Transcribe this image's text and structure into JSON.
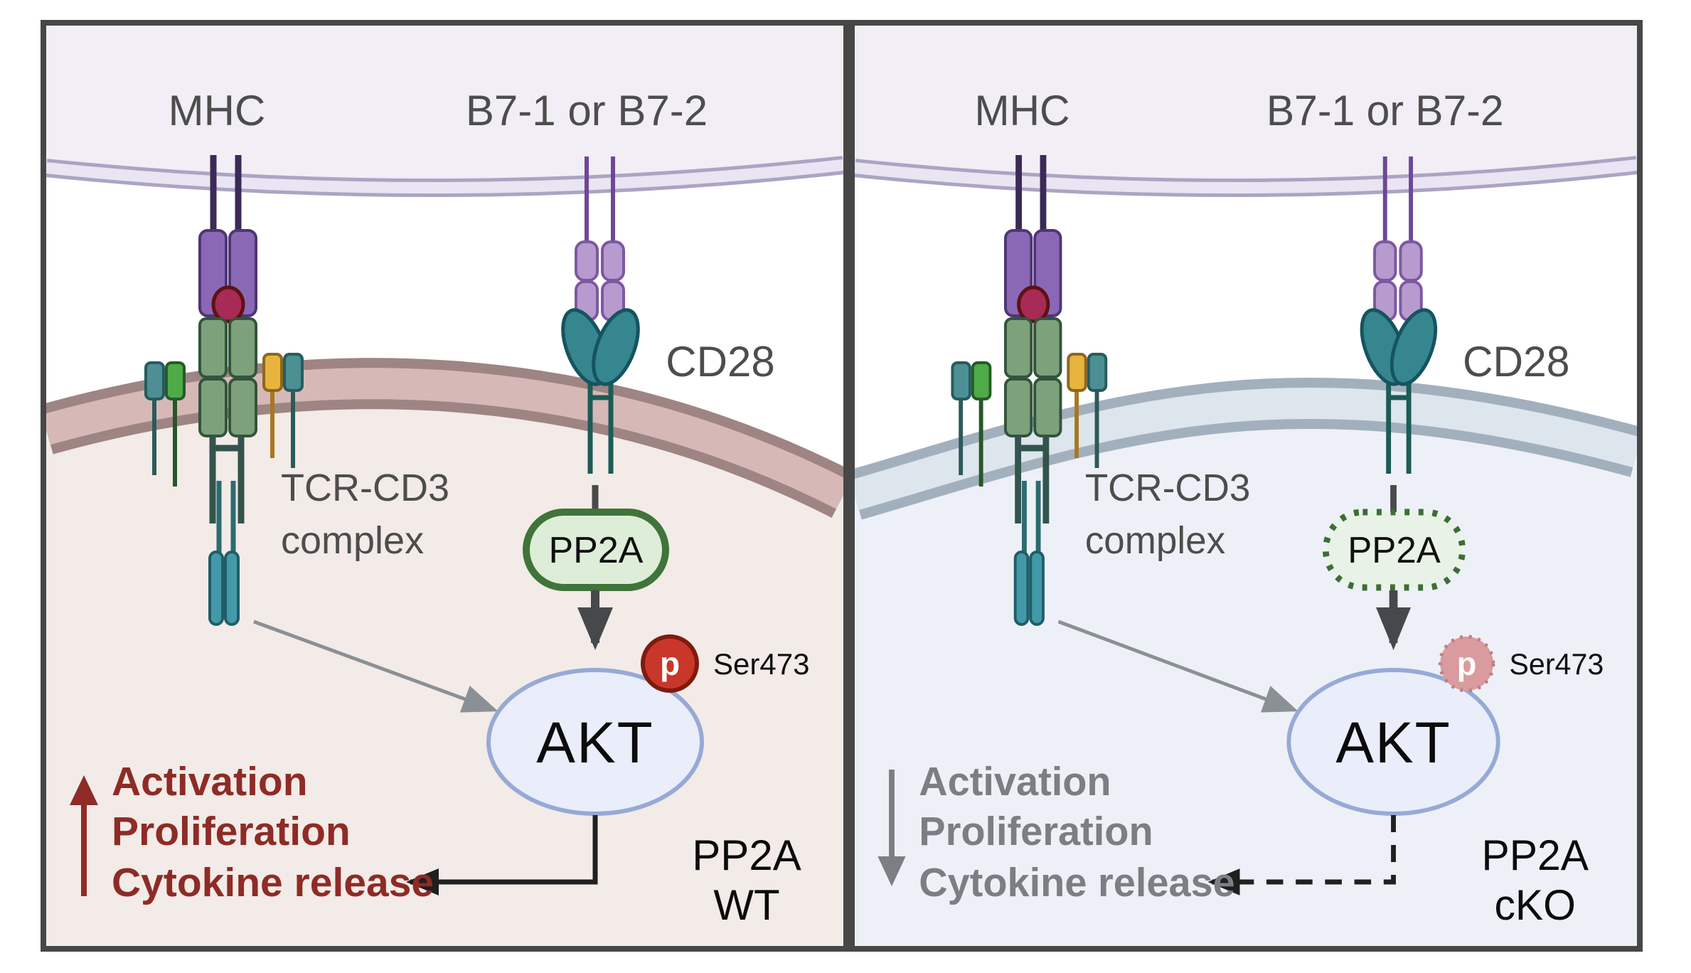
{
  "figure": {
    "left_panel": {
      "condition": {
        "line1": "PP2A",
        "line2": "WT"
      },
      "labels": {
        "mhc": "MHC",
        "b7": "B7-1 or B7-2",
        "cd28": "CD28",
        "tcr_complex_line1": "TCR-CD3",
        "tcr_complex_line2": "complex",
        "pp2a": "PP2A",
        "akt": "AKT",
        "phospho": "p",
        "phospho_site": "Ser473"
      },
      "outcomes": {
        "line1": "Activation",
        "line2": "Proliferation",
        "line3": "Cytokine release",
        "trend": "increase"
      },
      "styles": {
        "pp2a_border": "solid",
        "phospho_state": "phosphorylated",
        "output_arrow": "solid"
      },
      "colors": {
        "outcome": "#8e2b26",
        "phospho_fill": "#c9372a",
        "phospho_border": "#801a10",
        "cytosol": "#f2ebe7",
        "membrane_outer": "#9f8484",
        "membrane_inner": "#d6b9b7",
        "apc_fill": "#f1eef6",
        "apc_membrane_outer": "#aca4c3",
        "apc_membrane_inner": "#e9e5f2",
        "pp2a_fill": "#ddedd8",
        "pp2a_border_color": "#40743a",
        "akt_fill": "#e9eefa",
        "akt_border": "#97a9d5"
      }
    },
    "right_panel": {
      "condition": {
        "line1": "PP2A",
        "line2": "cKO"
      },
      "labels": {
        "mhc": "MHC",
        "b7": "B7-1 or B7-2",
        "cd28": "CD28",
        "tcr_complex_line1": "TCR-CD3",
        "tcr_complex_line2": "complex",
        "pp2a": "PP2A",
        "akt": "AKT",
        "phospho": "p",
        "phospho_site": "Ser473"
      },
      "outcomes": {
        "line1": "Activation",
        "line2": "Proliferation",
        "line3": "Cytokine release",
        "trend": "decrease"
      },
      "styles": {
        "pp2a_border": "dotted",
        "phospho_state": "reduced",
        "output_arrow": "dashed"
      },
      "colors": {
        "outcome": "#7b7f83",
        "phospho_fill": "#d99b9d",
        "phospho_border": "#c07e80",
        "cytosol": "#edf1f7",
        "membrane_outer": "#a2b0be",
        "membrane_inner": "#dde5ed",
        "apc_fill": "#f1eef6",
        "apc_membrane_outer": "#aca4c3",
        "apc_membrane_inner": "#e9e5f2",
        "pp2a_fill": "#e9f2e6",
        "pp2a_border_color": "#3c6e35",
        "akt_fill": "#e9eefa",
        "akt_border": "#97a9d5"
      }
    }
  }
}
